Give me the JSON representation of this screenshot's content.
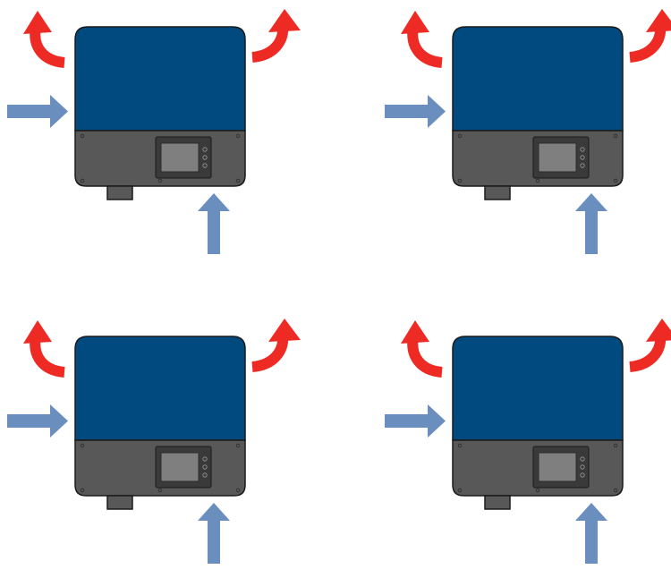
{
  "diagram": {
    "units": [
      {
        "id": "unit-1"
      },
      {
        "id": "unit-2"
      },
      {
        "id": "unit-3"
      },
      {
        "id": "unit-4"
      }
    ],
    "colors": {
      "housing_top": "#004a80",
      "housing_bottom": "#585858",
      "outline": "#1a1a1a",
      "display_screen": "#7f7f7f",
      "display_frame": "#3a3a3a",
      "inflow_arrow": "#6a8fbf",
      "exhaust_arrow": "#ee2a24"
    },
    "icons": {
      "inflow": "arrow-right-icon",
      "intake_bottom": "arrow-up-icon",
      "exhaust": "curved-arrow-icon"
    }
  }
}
